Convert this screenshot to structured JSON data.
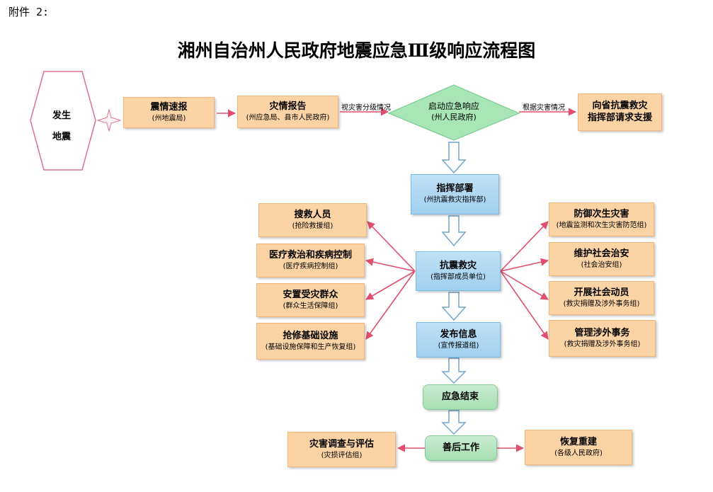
{
  "header": {
    "attachment_label": "附件 2:"
  },
  "title": "湘州自治州人民政府地震应急Ⅲ级响应流程图",
  "colors": {
    "arrow_red": "#e0506e",
    "box_orange": "#fbd3a4",
    "box_blue": "#a8d5f2",
    "box_green": "#b5e5c0",
    "diamond_green": "#a8e6b8",
    "hexagon_border": "#e07090"
  },
  "earthquake": {
    "line1": "发生",
    "line2": "地震"
  },
  "flow": {
    "rapid_report": {
      "title": "震情速报",
      "sub": "(州地震局)"
    },
    "disaster_report": {
      "title": "灾情报告",
      "sub": "(州应急局、县市人民政府)"
    },
    "edge_grade": "视灾害分级情况",
    "start_response": {
      "title": "启动应急响应",
      "sub": "(州人民政府)"
    },
    "edge_situation": "根据灾害情况",
    "province_request": {
      "line1": "向省抗震救灾",
      "line2": "指挥部请求支援"
    },
    "command": {
      "title": "指挥部署",
      "sub": "(州抗震救灾指挥部)"
    },
    "relief": {
      "title": "抗震救灾",
      "sub": "(指挥部成员单位)"
    },
    "publish": {
      "title": "发布信息",
      "sub": "(宣传报道组)"
    },
    "end": {
      "title": "应急结束"
    },
    "aftermath": {
      "title": "善后工作"
    },
    "investigation": {
      "title": "灾害调查与评估",
      "sub": "(灾损评估组)"
    },
    "rebuild": {
      "title": "恢复重建",
      "sub": "(各级人民政府)"
    }
  },
  "left_tasks": [
    {
      "title": "搜救人员",
      "sub": "(抢险救援组)"
    },
    {
      "title": "医疗救治和疾病控制",
      "sub": "(医疗疾病控制组)"
    },
    {
      "title": "安置受灾群众",
      "sub": "(群众生活保障组)"
    },
    {
      "title": "抢修基础设施",
      "sub": "(基础设施保障和生产恢复组)"
    }
  ],
  "right_tasks": [
    {
      "title": "防御次生灾害",
      "sub": "(地震监测和次生灾害防范组)"
    },
    {
      "title": "维护社会治安",
      "sub": "(社会治安组)"
    },
    {
      "title": "开展社会动员",
      "sub": "(救灾捐赠及涉外事务组)"
    },
    {
      "title": "管理涉外事务",
      "sub": "(救灾捐赠及涉外事务组)"
    }
  ]
}
